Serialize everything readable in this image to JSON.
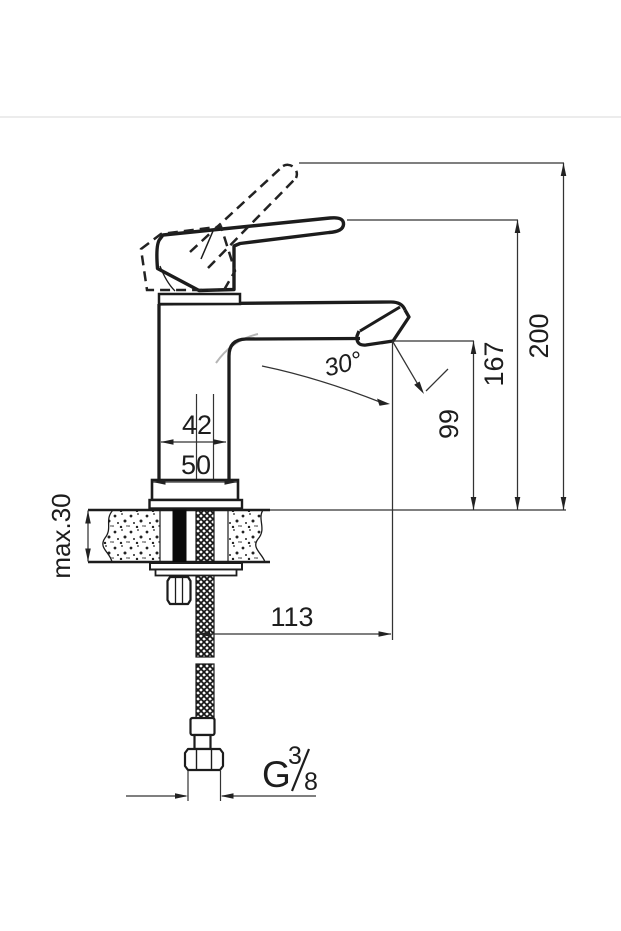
{
  "drawing": {
    "type": "faucet installation technical drawing",
    "labels": {
      "overall_height": "200",
      "handle_tip_height": "167",
      "spout_outlet_height": "99",
      "body_width": "42",
      "base_width": "50",
      "spout_reach": "113",
      "spout_angle": "30°",
      "max_deck_thickness": "max.30",
      "thread": {
        "letter": "G",
        "numerator": "3",
        "denominator": "8",
        "full": "G3/8"
      }
    },
    "colors": {
      "outline": "#1c1c1c",
      "dimension_line": "#333333",
      "background": "#ffffff",
      "separator": "#ececec",
      "highlight_arc": "#b5b5b5"
    }
  }
}
